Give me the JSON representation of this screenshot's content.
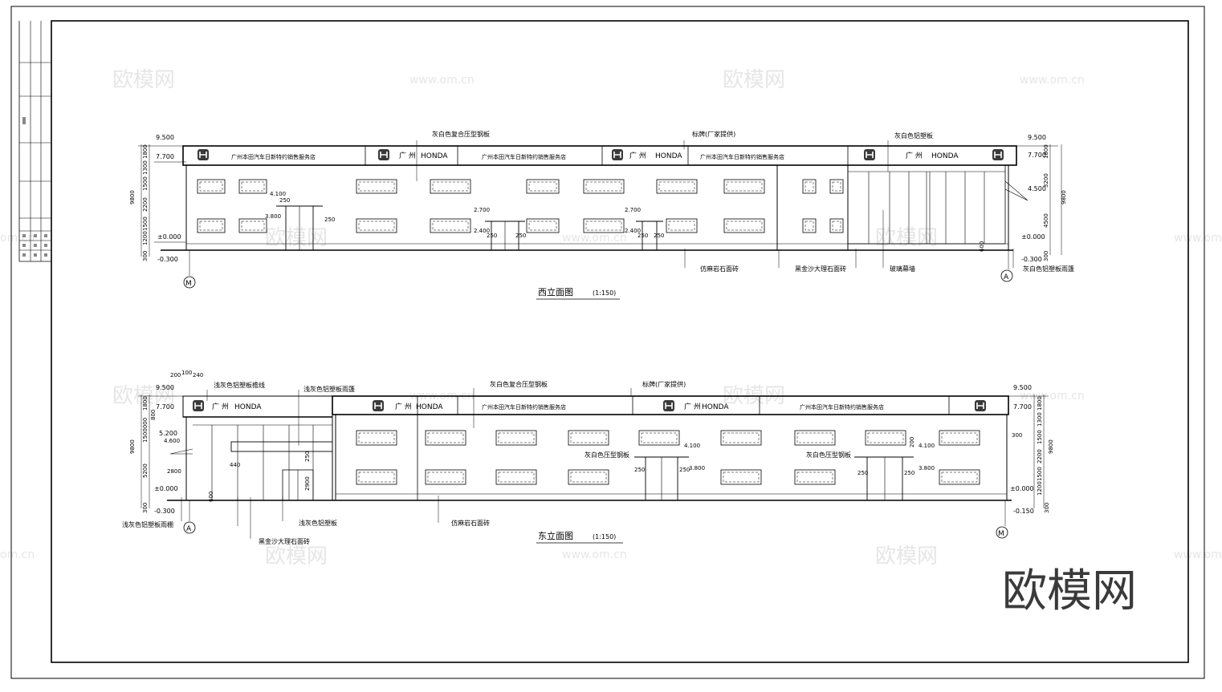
{
  "west": {
    "title": "西立面图",
    "scale": "(1:150)",
    "sign": {
      "seg1": "广州本田汽车日新特约销售服务店",
      "brand_a": "广 州",
      "honda_a": "HONDA",
      "seg2": "广州本田汽车日新特约销售服务店",
      "brand_b": "广 州",
      "honda_b": "HONDA",
      "seg3": "广州本田汽车日新特约销售服务店",
      "brand_c": "广 州",
      "honda_c": "HONDA"
    },
    "callouts": {
      "steel": "灰白色复合压型钢板",
      "billboard": "标牌(厂家提供)",
      "alum": "灰白色铝塑板",
      "stone": "仿麻岩石面砖",
      "marble": "黑金沙大理石面砖",
      "glass": "玻璃幕墙",
      "canopy": "灰白色铝塑板雨篷"
    },
    "levels": {
      "roof": "9.500",
      "eave": "7.700",
      "zero": "±0.000",
      "ground": "-0.300",
      "r_roof": "9.500",
      "r_eave": "7.700",
      "r_zero": "±0.000",
      "r_ground": "-0.300",
      "canopy": "4.500",
      "door1_top": "4.100",
      "door1_bot": "3.800",
      "door2_top": "2.700",
      "door2_bot": "2.400",
      "door3_top": "2.700",
      "door3_bot": "2.400"
    },
    "dims_left": {
      "total": "9800",
      "d1": "1800",
      "d2": "1300",
      "d3": "1500",
      "d4": "2200",
      "d5": "1500",
      "d6": "1200",
      "d7": "300"
    },
    "dims_right": {
      "total": "9800",
      "d1": "1800",
      "d2": "3200",
      "d3": "4500",
      "d4": "300",
      "d5": "600"
    },
    "dims_door": {
      "a": "250",
      "b": "250",
      "c": "250",
      "d": "250",
      "e": "250",
      "f": "250"
    },
    "axis_left": "M",
    "axis_right": "A"
  },
  "east": {
    "title": "东立面图",
    "scale": "(1:150)",
    "sign": {
      "brand_a": "广 州",
      "honda_a": "HONDA",
      "brand_b": "广 州",
      "honda_b": "HONDA",
      "seg1": "广州本田汽车日新特约销售服务店",
      "brand_c": "广 州",
      "honda_c": "HONDA",
      "seg2": "广州本田汽车日新特约销售服务店"
    },
    "callouts": {
      "sill": "浅灰色铝塑板檐线",
      "canopy": "浅灰色铝塑板雨篷",
      "steel": "灰白色复合压型钢板",
      "billboard": "标牌(厂家提供)",
      "door_a": "灰白色压型钢板",
      "door_b": "灰白色压型钢板",
      "stone": "仿麻岩石面砖",
      "alum": "浅灰色铝塑板",
      "marble": "黑金沙大理石面砖",
      "canopy_base": "浅灰色铝塑板雨棚"
    },
    "levels": {
      "roof": "9.500",
      "eave": "7.700",
      "canopy": "5.200",
      "canopy2": "4.600",
      "zero": "±0.000",
      "ground": "-0.300",
      "r_roof": "9.500",
      "r_eave": "7.700",
      "r_zero": "±0.000",
      "r_ground": "-0.150",
      "door1_top": "4.100",
      "door1_bot": "3.800",
      "door2_top": "4.100",
      "door2_bot": "3.800"
    },
    "dims_top": {
      "a": "200",
      "b": "100",
      "c": "240"
    },
    "dims_left": {
      "total": "9800",
      "d1": "1800",
      "d2": "800",
      "d3": "1500000",
      "d4": "5200",
      "d5": "300"
    },
    "dims_right": {
      "total": "9800",
      "d1": "1800",
      "d2": "1300",
      "d3": "1500",
      "d4": "2200",
      "d5": "1500",
      "d6": "1200",
      "d7": "300"
    },
    "dims_misc": {
      "w1": "2800",
      "w2": "440",
      "w3": "250",
      "w4": "2900",
      "w5": "600",
      "w6": "300",
      "w7": "250",
      "w8": "250",
      "w9": "250",
      "w10": "250",
      "w11": "200"
    },
    "axis_left": "A",
    "axis_right": "M"
  },
  "watermarks": {
    "brand": "欧模网",
    "url": "www.om.cn",
    "url_cut": "om.cn"
  },
  "colors": {
    "line": "#000000",
    "watermark": "#e6e6e6",
    "logo": "#3a3a3a"
  }
}
